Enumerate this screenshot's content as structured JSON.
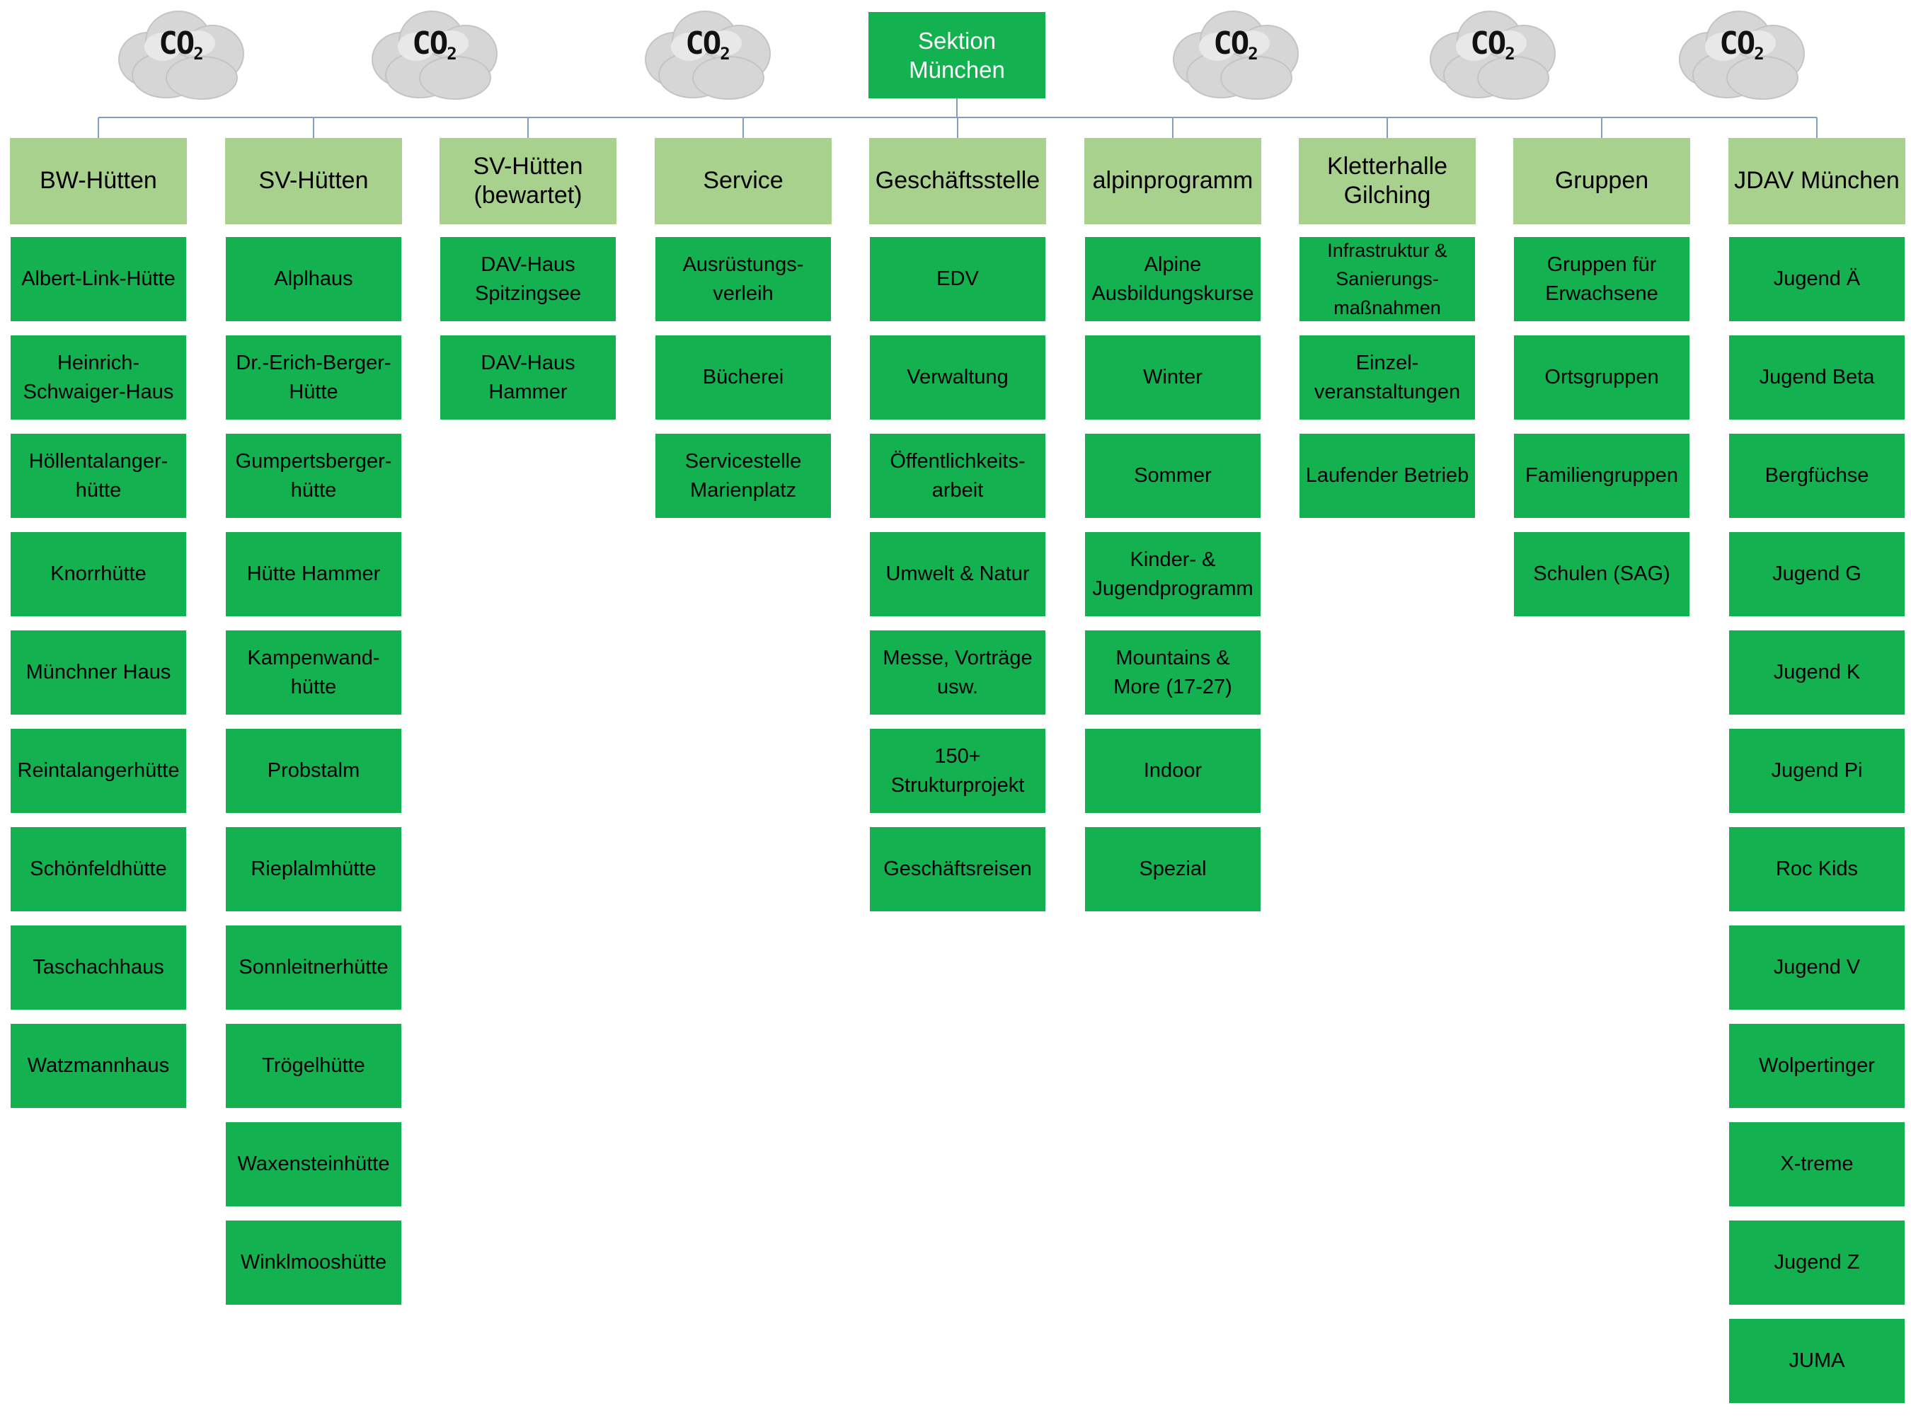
{
  "root": {
    "label": "Sektion\nMünchen"
  },
  "clouds": [
    {
      "label": "CO",
      "sub": "2"
    },
    {
      "label": "CO",
      "sub": "2"
    },
    {
      "label": "CO",
      "sub": "2"
    },
    {
      "label": "CO",
      "sub": "2"
    },
    {
      "label": "CO",
      "sub": "2"
    },
    {
      "label": "CO",
      "sub": "2"
    }
  ],
  "columns": [
    {
      "header": "BW-Hütten",
      "items": [
        "Albert-Link-Hütte",
        "Heinrich-\nSchwaiger-Haus",
        "Höllentalanger-\nhütte",
        "Knorrhütte",
        "Münchner Haus",
        "Reintalangerhütte",
        "Schönfeldhütte",
        "Taschachhaus",
        "Watzmannhaus"
      ]
    },
    {
      "header": "SV-Hütten",
      "items": [
        "Alplhaus",
        "Dr.-Erich-Berger-\nHütte",
        "Gumpertsberger-\nhütte",
        "Hütte Hammer",
        "Kampenwand-\nhütte",
        "Probstalm",
        "Rieplalmhütte",
        "Sonnleitnerhütte",
        "Trögelhütte",
        "Waxensteinhütte",
        "Winklmooshütte"
      ]
    },
    {
      "header": "SV-Hütten\n(bewartet)",
      "items": [
        "DAV-Haus\nSpitzingsee",
        "DAV-Haus\nHammer"
      ]
    },
    {
      "header": "Service",
      "items": [
        "Ausrüstungs-\nverleih",
        "Bücherei",
        "Servicestelle\nMarienplatz"
      ]
    },
    {
      "header": "Geschäftsstelle",
      "items": [
        "EDV",
        "Verwaltung",
        "Öffentlichkeits-\narbeit",
        "Umwelt & Natur",
        "Messe, Vorträge\nusw.",
        "150+\nStrukturprojekt",
        "Geschäftsreisen"
      ]
    },
    {
      "header": "alpinprogramm",
      "items": [
        "Alpine\nAusbildungskurse",
        "Winter",
        "Sommer",
        "Kinder- &\nJugendprogramm",
        "Mountains &\nMore (17-27)",
        "Indoor",
        "Spezial"
      ]
    },
    {
      "header": "Kletterhalle\nGilching",
      "items": [
        "Infrastruktur &\nSanierungs-\nmaßnahmen",
        "Einzel-\nveranstaltungen",
        "Laufender Betrieb"
      ]
    },
    {
      "header": "Gruppen",
      "items": [
        "Gruppen für\nErwachsene",
        "Ortsgruppen",
        "Familiengruppen",
        "Schulen (SAG)"
      ]
    },
    {
      "header": "JDAV München",
      "items": [
        "Jugend Ä",
        "Jugend Beta",
        "Bergfüchse",
        "Jugend G",
        "Jugend K",
        "Jugend Pi",
        "Roc Kids",
        "Jugend V",
        "Wolpertinger",
        "X-treme",
        "Jugend Z",
        "JUMA"
      ]
    }
  ],
  "colors": {
    "root": "#13b14f",
    "header": "#a8d18d",
    "item": "#13b14f",
    "connector": "#7f9fc7"
  }
}
